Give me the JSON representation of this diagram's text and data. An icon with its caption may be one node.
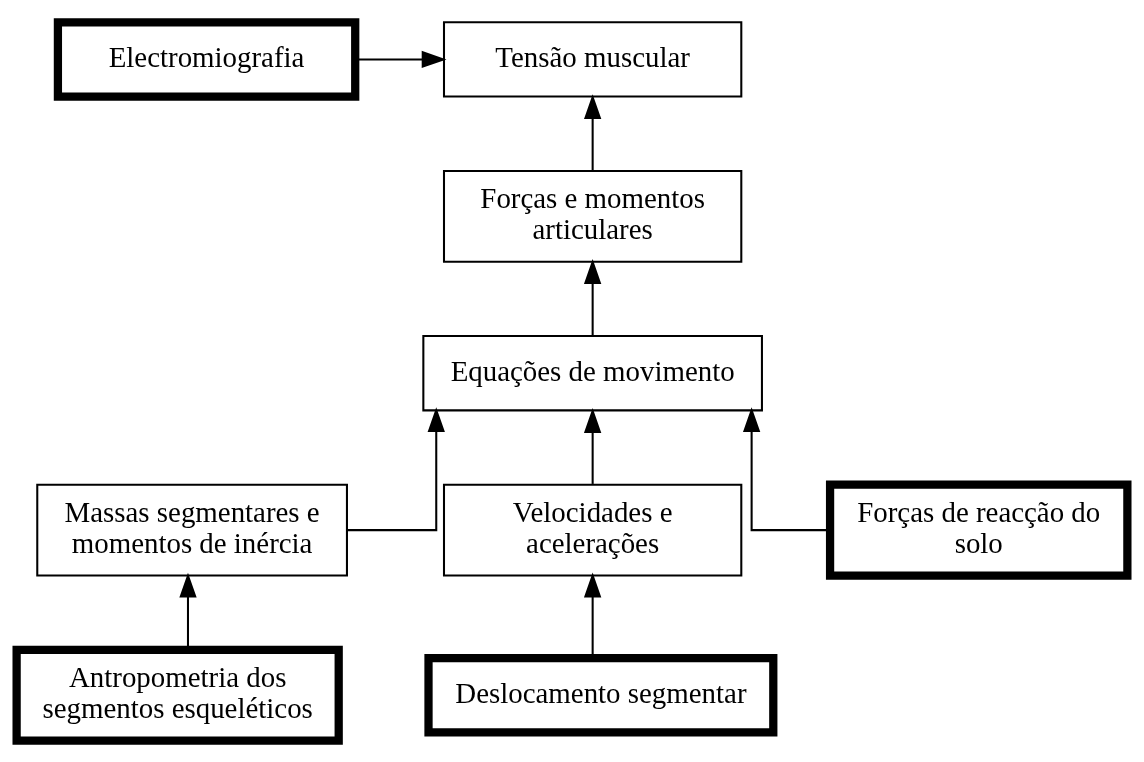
{
  "diagram": {
    "nodes": [
      {
        "text": [
          "Electromiografia"
        ]
      },
      {
        "text": [
          "Tensão muscular"
        ]
      },
      {
        "text": [
          "Forças e momentos articulares"
        ]
      },
      {
        "text": [
          "Equações de movimento"
        ]
      },
      {
        "text": [
          "Massas segmentares e momentos de inércia"
        ]
      },
      {
        "text": [
          "Velocidades e acelerações"
        ]
      },
      {
        "text": [
          "Antropometria dos segmentos esqueléticos"
        ]
      },
      {
        "text": [
          "Deslocamento segmentar"
        ]
      },
      {
        "text": [
          "Forças de reacção do solo"
        ]
      }
    ],
    "edges": [
      {
        "from": 0,
        "to": 1,
        "arrow": "to"
      },
      {
        "from": 2,
        "to": 1,
        "arrow": "to"
      },
      {
        "from": 3,
        "to": 2,
        "arrow": "to"
      },
      {
        "from": 4,
        "to": 3,
        "arrow": "to"
      },
      {
        "from": 5,
        "to": 3,
        "arrow": "to"
      },
      {
        "from": 8,
        "to": 3,
        "arrow": "to"
      },
      {
        "from": 6,
        "to": 4,
        "arrow": "to"
      },
      {
        "from": 7,
        "to": 5,
        "arrow": "to"
      }
    ]
  }
}
